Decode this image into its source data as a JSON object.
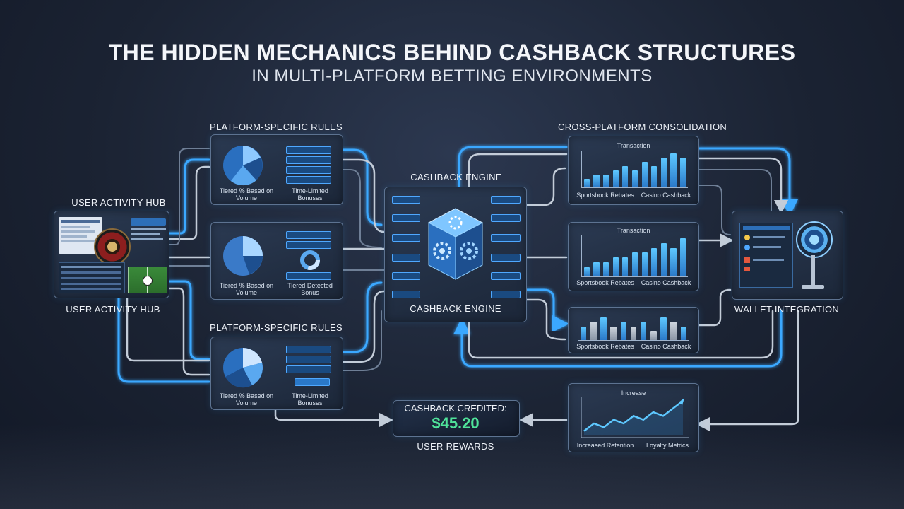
{
  "title": "THE HIDDEN MECHANICS BEHIND CASHBACK STRUCTURES",
  "subtitle": "IN MULTI-PLATFORM BETTING ENVIRONMENTS",
  "labels": {
    "user_hub_top": "USER ACTIVITY HUB",
    "user_hub_bottom": "USER ACTIVITY HUB",
    "rules_top": "PLATFORM-SPECIFIC RULES",
    "rules_bottom": "PLATFORM-SPECIFIC RULES",
    "engine_top": "CASHBACK ENGINE",
    "engine_bottom": "CASHBACK ENGINE",
    "consolidation": "CROSS-PLATFORM CONSOLIDATION",
    "wallet": "WALLET INTEGRATION",
    "rewards": "USER REWARDS"
  },
  "rule_panels": [
    {
      "left_caption": "Tiered % Based on Volume",
      "right_caption": "Time-Limited Bonuses"
    },
    {
      "left_caption": "Tiered % Based on Volume",
      "right_caption": "Tiered Detected Bonus"
    },
    {
      "left_caption": "Tiered % Based on Volume",
      "right_caption": "Time-Limited Bonuses"
    }
  ],
  "consolidation_panels": [
    {
      "title": "Transaction",
      "left": "Sportsbook Rebates",
      "right": "Casino Cashback"
    },
    {
      "title": "Transaction",
      "left": "Sportsbook Rebates",
      "right": "Casino Cashback"
    },
    {
      "title": "",
      "left": "Sportsbook Rebates",
      "right": "Casino Cashback"
    }
  ],
  "metrics_panel": {
    "title": "Increase",
    "left": "Increased Retention",
    "right": "Loyalty Metrics"
  },
  "credit": {
    "label": "CASHBACK CREDITED:",
    "amount": "$45.20"
  },
  "colors": {
    "accent": "#3aa8ff",
    "credit_green": "#4fe39a",
    "panel_border": "#5d7391"
  },
  "chart_data": [
    {
      "type": "bar",
      "title": "Transaction",
      "values": [
        2,
        3,
        3,
        4,
        5,
        4,
        6,
        5,
        7,
        8,
        7
      ]
    },
    {
      "type": "bar",
      "title": "Transaction",
      "values": [
        2,
        3,
        3,
        4,
        4,
        5,
        5,
        6,
        7,
        6,
        8
      ]
    },
    {
      "type": "bar",
      "values": [
        3,
        4,
        5,
        3,
        4,
        3,
        4,
        2,
        5,
        4,
        3
      ]
    },
    {
      "type": "line",
      "title": "Increase",
      "values": [
        1,
        3,
        2,
        4,
        3,
        5,
        4,
        6,
        5,
        7,
        9
      ]
    }
  ]
}
